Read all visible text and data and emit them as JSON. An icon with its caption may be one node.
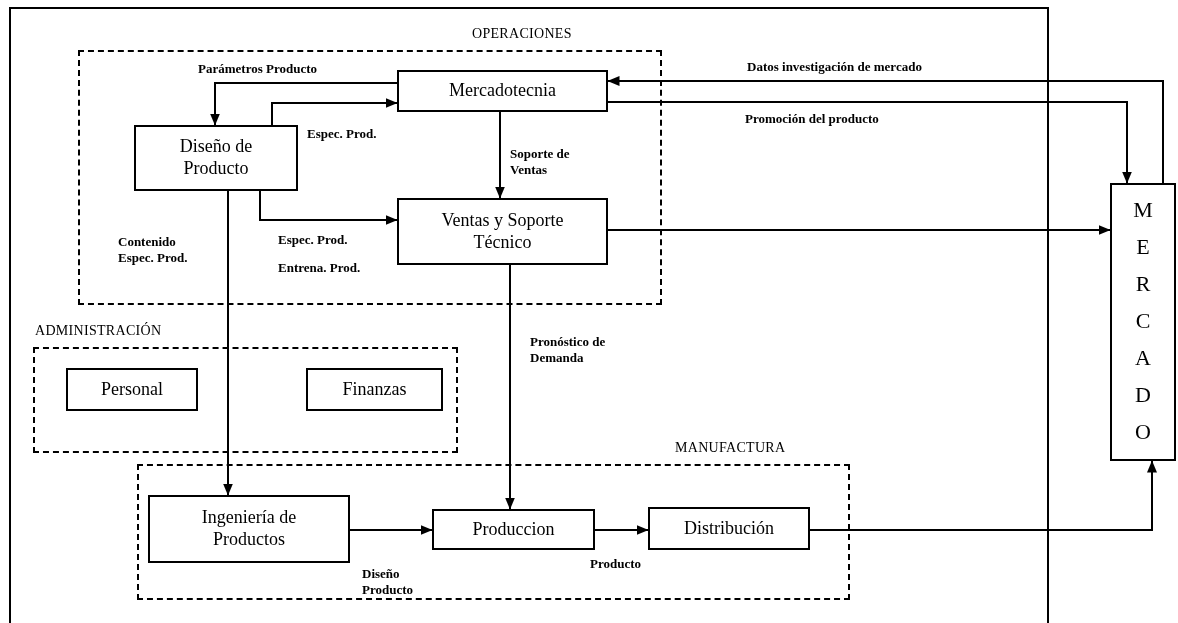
{
  "diagram": {
    "nodes": [
      {
        "text": [
          "OPERACIONES"
        ]
      },
      {
        "text": [
          "Mercadotecnia"
        ],
        "in": 0
      },
      {
        "text": [
          "Diseño de Producto"
        ],
        "in": 0
      },
      {
        "text": [
          "Ventas y Soporte Técnico"
        ],
        "in": 0
      },
      {
        "text": [
          "ADMINISTRACIÓN"
        ]
      },
      {
        "text": [
          "Personal"
        ],
        "in": 4
      },
      {
        "text": [
          "Finanzas"
        ],
        "in": 4
      },
      {
        "text": [
          "MANUFACTURA"
        ]
      },
      {
        "text": [
          "Ingeniería de Productos"
        ],
        "in": 7
      },
      {
        "text": [
          "Produccion"
        ],
        "in": 7
      },
      {
        "text": [
          "Distribución"
        ],
        "in": 7
      },
      {
        "text": [
          "MERCADO"
        ]
      }
    ],
    "edges": [
      {
        "from": 1,
        "to": 2,
        "arrow": "to",
        "label": "Parámetros Producto"
      },
      {
        "from": 2,
        "to": 1,
        "arrow": "to",
        "label": "Espec. Prod."
      },
      {
        "from": 2,
        "to": 3,
        "arrow": "to",
        "label": "Espec. Prod."
      },
      {
        "from": 1,
        "to": 3,
        "arrow": "to",
        "label": "Soporte de Ventas"
      },
      {
        "from": 11,
        "to": 1,
        "arrow": "to",
        "label": "Datos investigación de mercado"
      },
      {
        "from": 1,
        "to": 11,
        "arrow": "to",
        "label": "Promoción del producto"
      },
      {
        "from": 3,
        "to": 11,
        "arrow": "to"
      },
      {
        "from": 2,
        "to": 8,
        "arrow": "to",
        "label": "Contenido Espec. Prod."
      },
      {
        "from": 3,
        "to": 9,
        "arrow": "to",
        "label": "Pronóstico de Demanda"
      },
      {
        "from": 8,
        "to": 9,
        "arrow": "to",
        "label": "Diseño Producto"
      },
      {
        "from": 9,
        "to": 10,
        "arrow": "to",
        "label": "Producto"
      },
      {
        "from": 10,
        "to": 11,
        "arrow": "to"
      }
    ],
    "labels": [
      "Entrena. Prod."
    ]
  }
}
